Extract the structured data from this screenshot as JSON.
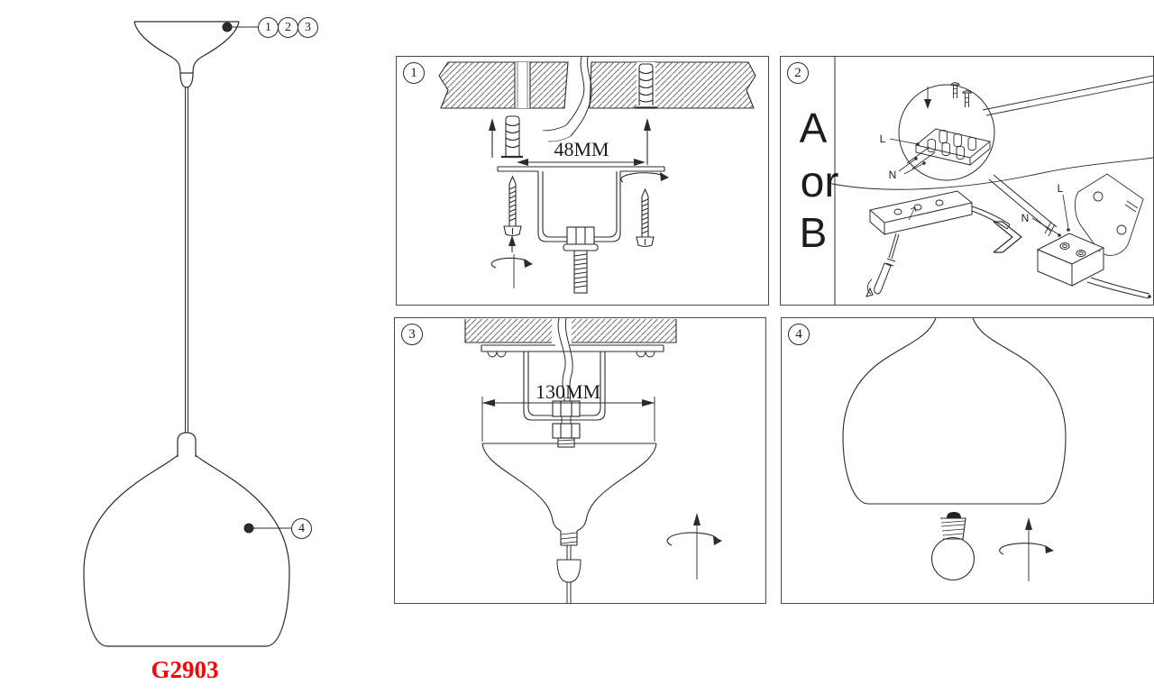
{
  "product": {
    "code": "G2903"
  },
  "figure": {
    "callouts_top": [
      "1",
      "2",
      "3"
    ],
    "callout_shade": "4"
  },
  "panels": {
    "step1": {
      "number": "1",
      "dimension": "48MM"
    },
    "step2": {
      "number": "2",
      "option_a": "A",
      "conjunction": "or",
      "option_b": "B",
      "wiring_detail": {
        "live": "L",
        "neutral": "N"
      },
      "wiring_alt": {
        "live": "L",
        "neutral": "N"
      }
    },
    "step3": {
      "number": "3",
      "dimension": "130MM"
    },
    "step4": {
      "number": "4"
    }
  },
  "colors": {
    "line": "#2b2b2b",
    "panel_border": "#4a4a4a",
    "code_red": "#ff0000"
  }
}
